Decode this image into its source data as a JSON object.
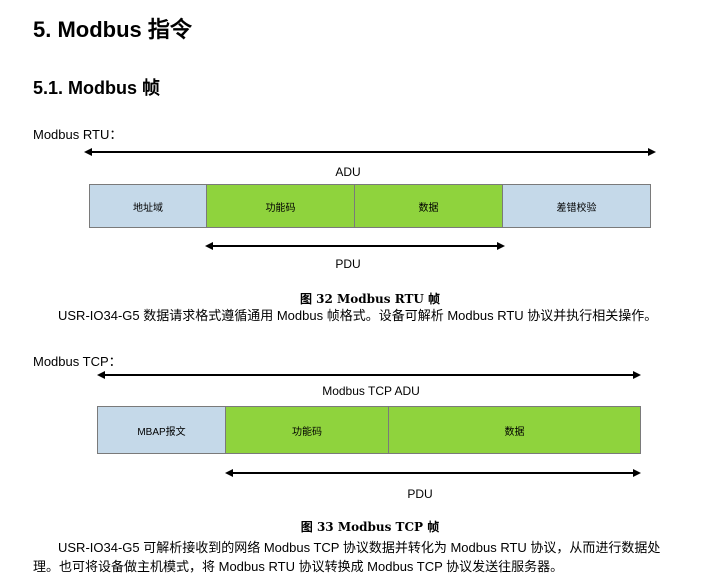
{
  "heading": "5. Modbus 指令",
  "subheading": "5.1. Modbus 帧",
  "rtu": {
    "label": "Modbus RTU：",
    "adu_label": "ADU",
    "fields": [
      "地址域",
      "功能码",
      "数据",
      "差错校验"
    ],
    "pdu_label": "PDU",
    "caption": "图 32  Modbus RTU 帧",
    "paragraph": "USR-IO34-G5 数据请求格式遵循通用 Modbus 帧格式。设备可解析 Modbus RTU 协议并执行相关操作。"
  },
  "tcp": {
    "label": "Modbus TCP：",
    "adu_label": "Modbus TCP ADU",
    "fields": [
      "MBAP报文",
      "功能码",
      "数据"
    ],
    "pdu_label": "PDU",
    "caption": "图 33  Modbus TCP 帧",
    "paragraph_line1": "USR-IO34-G5 可解析接收到的网络 Modbus TCP 协议数据并转化为 Modbus RTU 协议，从而进行数据处",
    "paragraph_line2": "理。也可将设备做主机模式，将 Modbus RTU 协议转换成 Modbus TCP 协议发送往服务器。"
  },
  "colors": {
    "blue_cell": "#c5d9e9",
    "green_cell": "#8fd33d",
    "border": "#7a7a7a"
  }
}
